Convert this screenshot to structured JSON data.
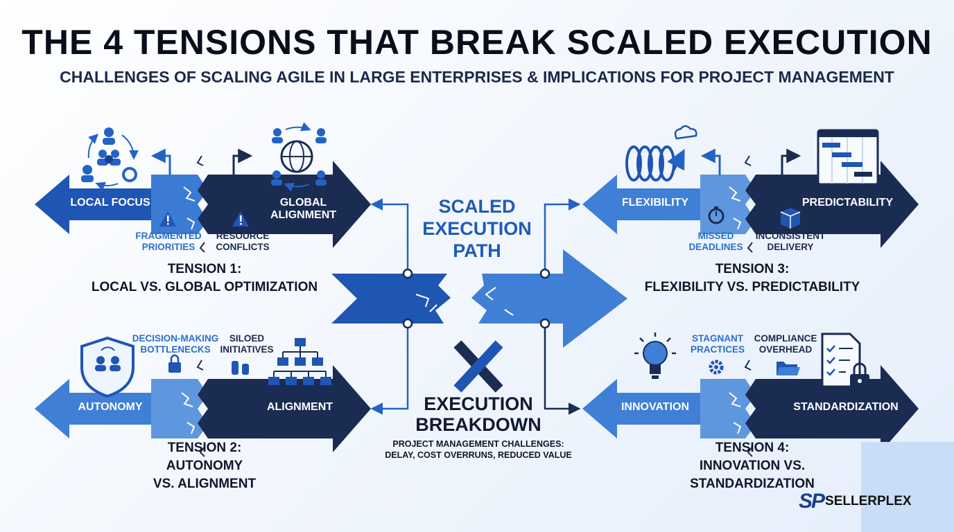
{
  "title": "THE 4 TENSIONS THAT BREAK SCALED EXECUTION",
  "subtitle": "CHALLENGES OF SCALING AGILE IN LARGE ENTERPRISES & IMPLICATIONS FOR PROJECT MANAGEMENT",
  "center": {
    "path_lines": [
      "SCALED",
      "EXECUTION",
      "PATH"
    ],
    "breakdown_lines": [
      "EXECUTION",
      "BREAKDOWN"
    ],
    "pm_lines": [
      "PROJECT MANAGEMENT CHALLENGES:",
      "DELAY, COST OVERRUNS, REDUCED VALUE"
    ]
  },
  "tensions": [
    {
      "left_label": "LOCAL FOCUS",
      "right_label": "GLOBAL ALIGNMENT",
      "issue_left": [
        "FRAGMENTED",
        "PRIORITIES"
      ],
      "issue_right": [
        "RESOURCE",
        "CONFLICTS"
      ],
      "title_lines": [
        "TENSION 1:",
        "LOCAL VS. GLOBAL OPTIMIZATION"
      ]
    },
    {
      "left_label": "AUTONOMY",
      "right_label": "ALIGNMENT",
      "issue_left": [
        "DECISION-MAKING",
        "BOTTLENECKS"
      ],
      "issue_right": [
        "SILOED",
        "INITIATIVES"
      ],
      "title_lines": [
        "TENSION 2:",
        "AUTONOMY",
        "VS. ALIGNMENT"
      ]
    },
    {
      "left_label": "FLEXIBILITY",
      "right_label": "PREDICTABILITY",
      "issue_left": [
        "MISSED",
        "DEADLINES"
      ],
      "issue_right": [
        "INCONSISTENT",
        "DELIVERY"
      ],
      "title_lines": [
        "TENSION 3:",
        "FLEXIBILITY VS. PREDICTABILITY"
      ]
    },
    {
      "left_label": "INNOVATION",
      "right_label": "STANDARDIZATION",
      "issue_left": [
        "STAGNANT",
        "PRACTICES"
      ],
      "issue_right": [
        "COMPLIANCE",
        "OVERHEAD"
      ],
      "title_lines": [
        "TENSION 4:",
        "INNOVATION VS.",
        "STANDARDIZATION"
      ]
    }
  ],
  "brand": {
    "mark": "SP",
    "name": "SELLERPLEX"
  },
  "colors": {
    "primary_blue": "#2463c6",
    "light_blue": "#3f7fd6",
    "navy": "#1a2c52",
    "dark_text": "#0b0e1a"
  }
}
